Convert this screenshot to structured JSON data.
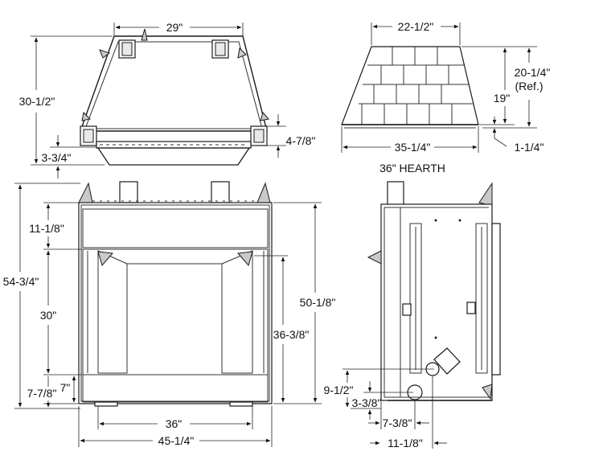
{
  "dimensions": {
    "top_width": "29\"",
    "top_height": "30-1/2\"",
    "top_base": "3-3/4\"",
    "top_flange": "4-7/8\"",
    "hearth_width": "22-1/2\"",
    "hearth_height": "20-1/4\"",
    "hearth_ref": "(Ref.)",
    "hearth_inner": "19\"",
    "hearth_base_width": "35-1/4\"",
    "hearth_base_offset": "1-1/4\"",
    "front_total_height": "54-3/4\"",
    "front_top_band": "11-1/8\"",
    "front_opening_height": "30\"",
    "front_bottom": "7-7/8\"",
    "front_sill": "7\"",
    "front_right_height": "50-1/8\"",
    "front_inner_height": "36-3/8\"",
    "front_opening_width": "36\"",
    "front_total_width": "45-1/4\"",
    "side_pipe_height": "9-1/2\"",
    "side_pipe_low": "3-3/8\"",
    "side_pipe_offset": "7-3/8\"",
    "side_depth": "11-1/8\""
  },
  "captions": {
    "hearth_label": "36\" HEARTH"
  }
}
